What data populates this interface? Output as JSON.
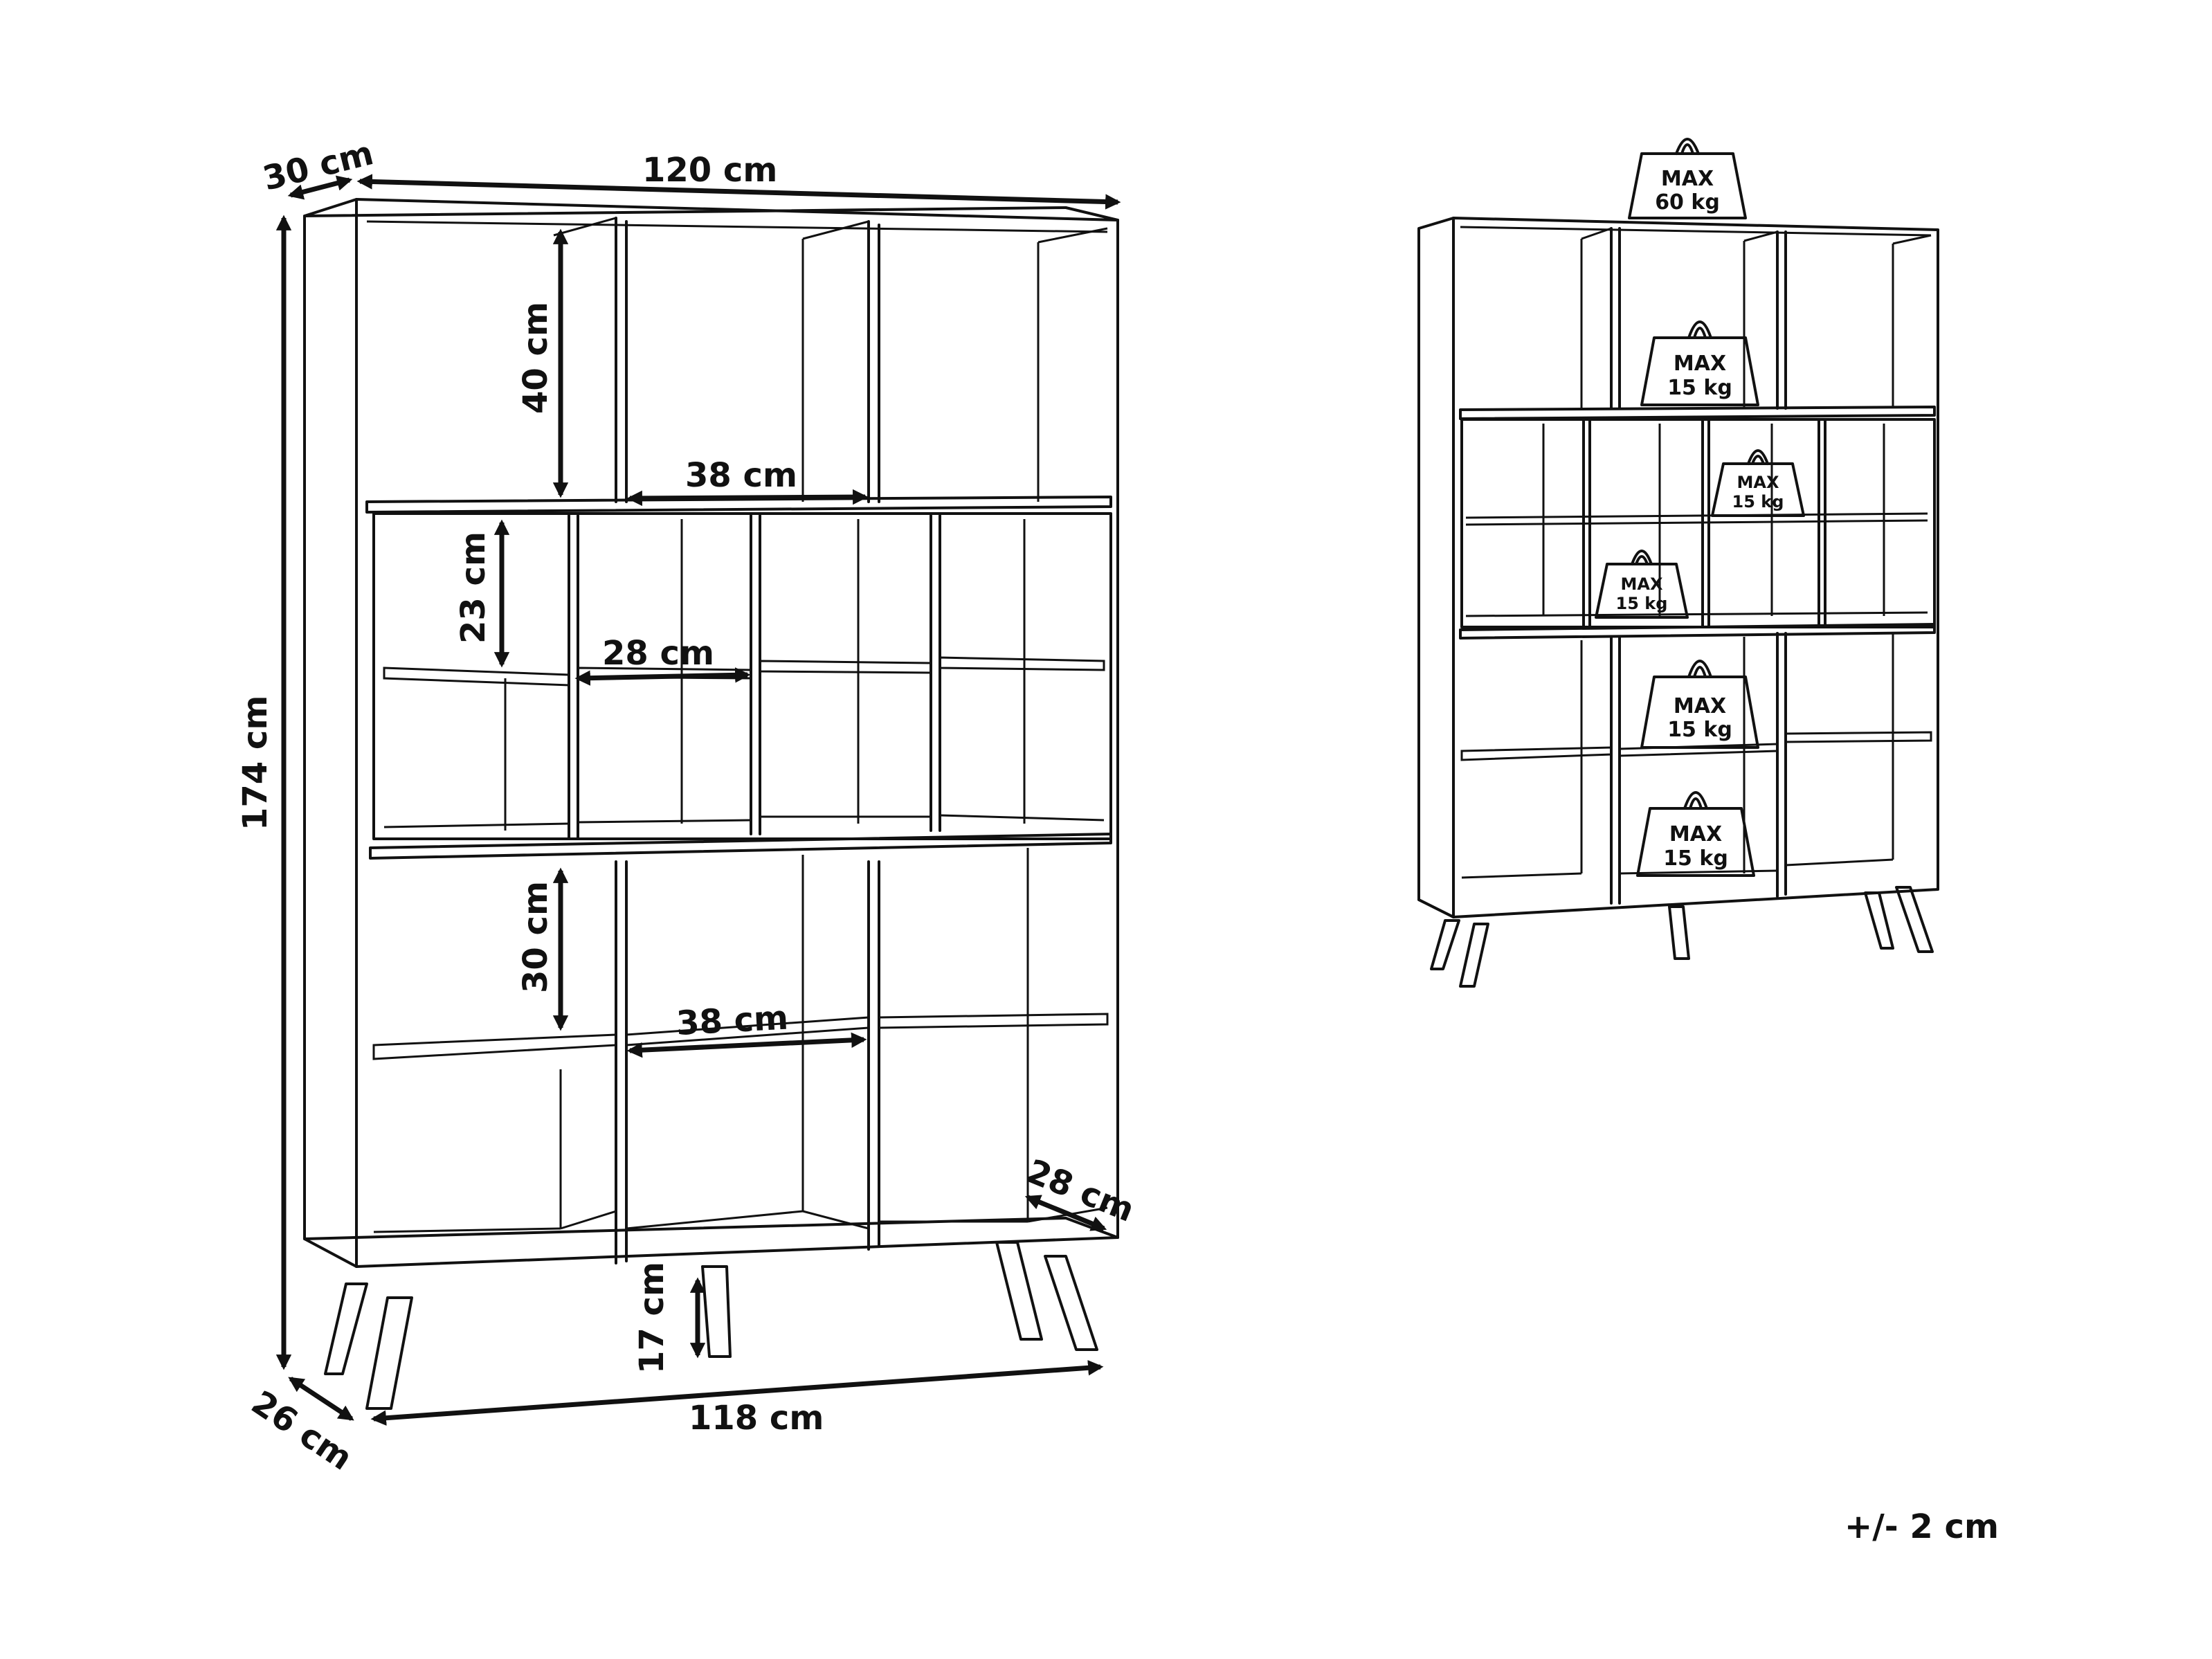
{
  "dimensions": {
    "width_top": "120 cm",
    "depth_top": "30 cm",
    "height_total": "174 cm",
    "top_compartment_height": "40 cm",
    "top_compartment_width": "38 cm",
    "middle_compartment_height": "23 cm",
    "middle_compartment_width": "28 cm",
    "lower_compartment_height": "30 cm",
    "lower_compartment_width": "38 cm",
    "shelf_depth": "28 cm",
    "leg_height": "17 cm",
    "width_base": "118 cm",
    "depth_base": "26 cm"
  },
  "load_limits": {
    "top": {
      "line1": "MAX",
      "line2": "60 kg"
    },
    "upper_shelf": {
      "line1": "MAX",
      "line2": "15 kg"
    },
    "middle_upper": {
      "line1": "MAX",
      "line2": "15 kg"
    },
    "middle_lower": {
      "line1": "MAX",
      "line2": "15 kg"
    },
    "lower_upper": {
      "line1": "MAX",
      "line2": "15 kg"
    },
    "lower_bottom": {
      "line1": "MAX",
      "line2": "15 kg"
    }
  },
  "tolerance": "+/- 2 cm"
}
